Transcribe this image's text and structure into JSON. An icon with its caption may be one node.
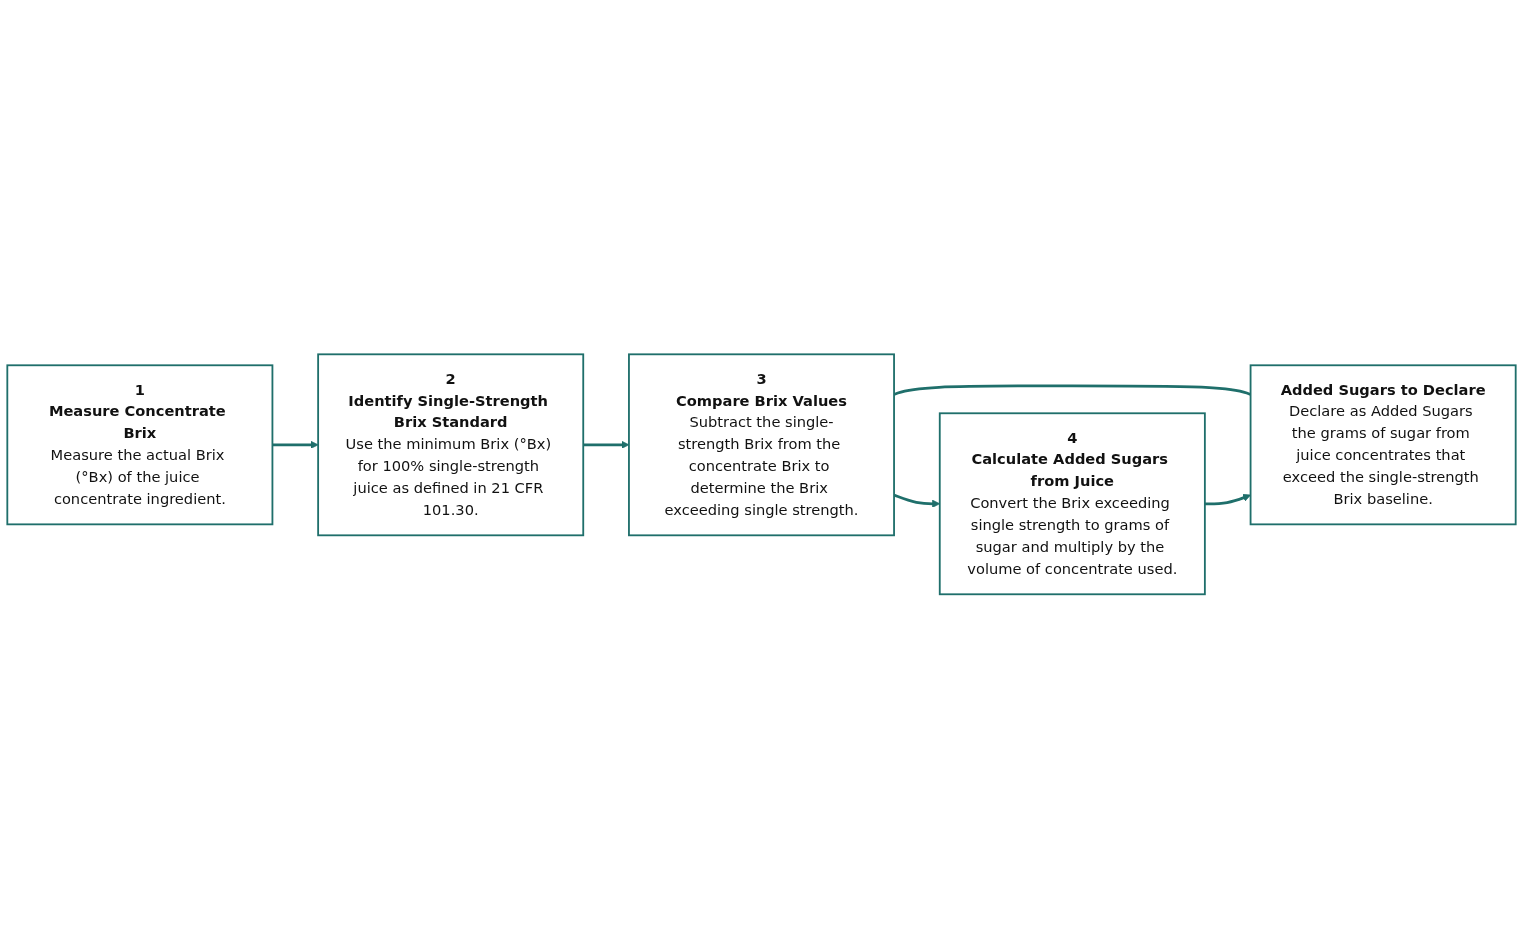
{
  "diagram": {
    "nodes": [
      {
        "text": [
          "1",
          "Measure Concentrate Brix",
          "Measure the actual Brix (°Bx) of the juice concentrate ingredient."
        ]
      },
      {
        "text": [
          "2",
          "Identify Single-Strength Brix Standard",
          "Use the minimum Brix (°Bx) for 100% single-strength juice as defined in 21 CFR 101.30."
        ]
      },
      {
        "text": [
          "3",
          "Compare Brix Values",
          "Subtract the single-strength Brix from the concentrate Brix to determine the Brix exceeding single strength."
        ]
      },
      {
        "text": [
          "4",
          "Calculate Added Sugars from Juice",
          "Convert the Brix exceeding single strength to grams of sugar and multiply by the volume of concentrate used."
        ]
      },
      {
        "text": [
          "Added Sugars to Declare",
          "Declare as Added Sugars the grams of sugar from juice concentrates that exceed the single-strength Brix baseline."
        ]
      }
    ],
    "edges": [
      {
        "from": 0,
        "to": 1,
        "arrow": "to"
      },
      {
        "from": 1,
        "to": 2,
        "arrow": "to"
      },
      {
        "from": 2,
        "to": 3,
        "arrow": "to"
      },
      {
        "from": 2,
        "to": 4,
        "arrow": "none"
      },
      {
        "from": 3,
        "to": 4,
        "arrow": "to"
      }
    ]
  }
}
